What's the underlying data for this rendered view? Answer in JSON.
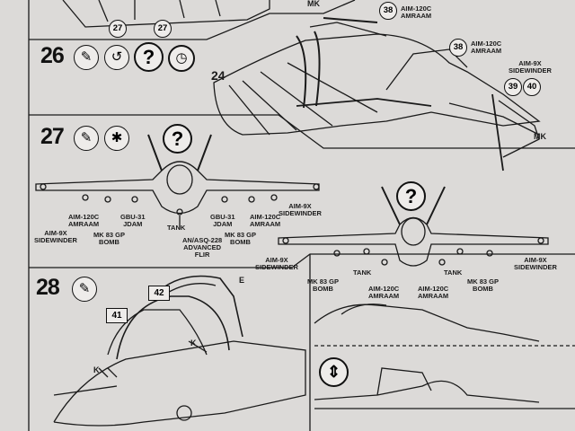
{
  "steps": {
    "s26": "26",
    "s27": "27",
    "s28": "28"
  },
  "icons": {
    "glue": "glue-icon",
    "optional": "optional-icon",
    "choose": "question-icon",
    "timer": "clock-icon",
    "paint": "paint-icon",
    "decal": "decal-icon",
    "flip": "flip-arrows-icon"
  },
  "parts": {
    "p24": "24",
    "p27a": "27",
    "p27b": "27",
    "p38a": "38",
    "p38b": "38",
    "p39": "39",
    "p40": "40",
    "p41": "41",
    "p42": "42",
    "mk1": "MK",
    "mk2": "MK",
    "k1": "K",
    "k2": "K",
    "e": "E"
  },
  "weapons": {
    "amraam_top_1": "AIM-120C",
    "amraam_top_2": "AMRAAM",
    "amraam_mid_1": "AIM-120C",
    "amraam_mid_2": "AMRAAM",
    "sidewinder_top_1": "AIM-9X",
    "sidewinder_top_2": "SIDEWINDER",
    "left": {
      "aim9x_1": "AIM-9X",
      "aim9x_2": "SIDEWINDER",
      "aim120_1": "AIM-120C",
      "aim120_2": "AMRAAM",
      "mk83_1": "MK 83 GP",
      "mk83_2": "BOMB",
      "gbu31_1": "GBU-31",
      "gbu31_2": "JDAM",
      "tank": "TANK",
      "flir_1": "AN/ASQ-228",
      "flir_2": "ADVANCED",
      "flir_3": "FLIR",
      "gbu31r_1": "GBU-31",
      "gbu31r_2": "JDAM",
      "mk83r_1": "MK 83 GP",
      "mk83r_2": "BOMB",
      "aim120r_1": "AIM-120C",
      "aim120r_2": "AMRAAM",
      "aim9xr_1": "AIM-9X",
      "aim9xr_2": "SIDEWINDER"
    },
    "right": {
      "aim9x_1": "AIM-9X",
      "aim9x_2": "SIDEWINDER",
      "mk83_1": "MK 83 GP",
      "mk83_2": "BOMB",
      "tank_l": "TANK",
      "aim120_1": "AIM-120C",
      "aim120_2": "AMRAAM",
      "aim120b_1": "AIM-120C",
      "aim120b_2": "AMRAAM",
      "tank_r": "TANK",
      "mk83r_1": "MK 83 GP",
      "mk83r_2": "BOMB",
      "aim9xr_1": "AIM-9X",
      "aim9xr_2": "SIDEWINDER"
    }
  },
  "colors": {
    "paper": "#dcdad8",
    "ink": "#111111"
  }
}
